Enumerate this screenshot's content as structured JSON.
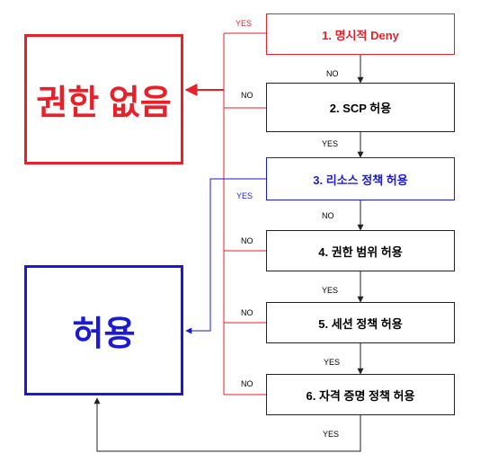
{
  "outcomes": {
    "deny": "권한 없음",
    "allow": "허용"
  },
  "steps": [
    "1. 명시적 Deny",
    "2. SCP 허용",
    "3. 리소스 정책 허용",
    "4. 권한 범위 허용",
    "5. 세션 정책 허용",
    "6. 자격 증명 정책 허용"
  ],
  "labels": {
    "yes": "YES",
    "no": "NO"
  },
  "colors": {
    "deny": "#e8202a",
    "allow": "#1a1ad6",
    "neutral": "#222222"
  }
}
